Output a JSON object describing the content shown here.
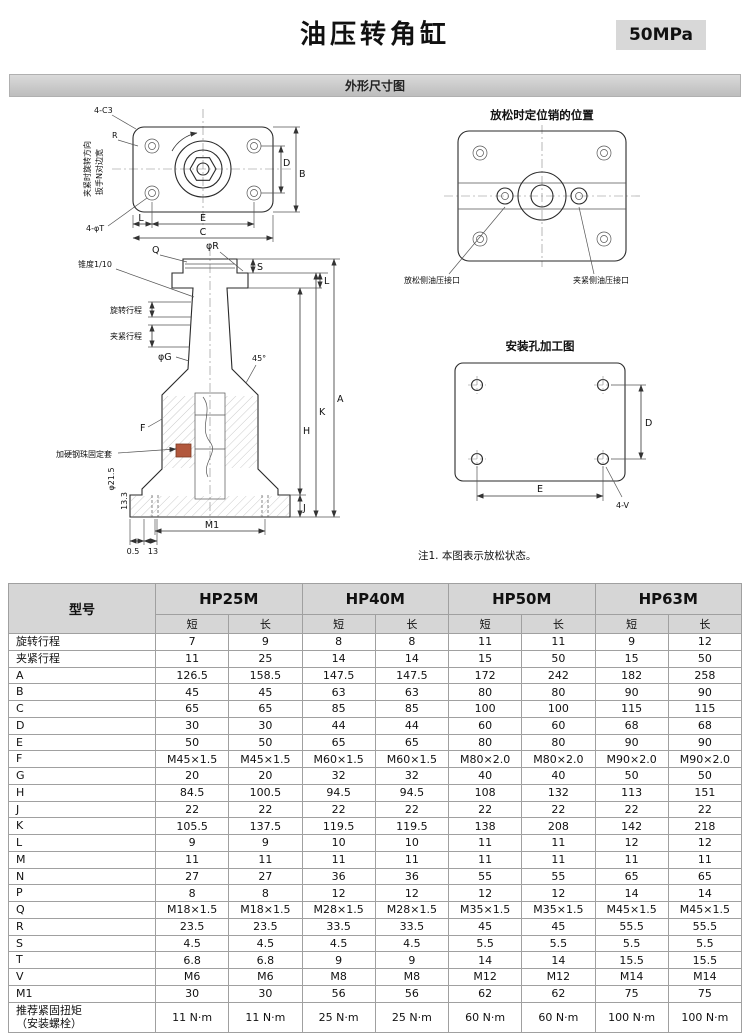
{
  "header": {
    "title": "油压转角缸",
    "pressure": "50MPa"
  },
  "section": {
    "dimension_header": "外形尺寸图",
    "note": "注1. 本图表示放松状态。"
  },
  "front_view": {
    "chamfer": "4-C3",
    "radius": "R",
    "left_offset": "L",
    "holes": "4-φT",
    "dim_e": "E",
    "dim_c": "C",
    "dim_d": "D",
    "dim_b": "B",
    "rotation_label": "夹紧时旋转方向",
    "wrench_label": "扳手N对边宽"
  },
  "pin_view": {
    "title": "放松时定位销的位置",
    "release_port": "放松侧油压接口",
    "clamp_port": "夹紧侧油压接口"
  },
  "side_view": {
    "taper": "锥度1/10",
    "dim_q": "Q",
    "dim_phi_r": "φR",
    "dim_s": "S",
    "dim_l": "L",
    "rotate_stroke": "旋转行程",
    "clamp_stroke": "夹紧行程",
    "dim_phi_g": "φG",
    "dim_f": "F",
    "dim_h": "H",
    "dim_k": "K",
    "dim_a": "A",
    "dim_j": "J",
    "dim_m1": "M1",
    "angle": "45°",
    "ball_sleeve": "加硬钢珠固定套",
    "dim_phi_215": "φ21.5",
    "dim_133": "13.3",
    "dim_05": "0.5",
    "dim_13": "13"
  },
  "mount_view": {
    "title": "安装孔加工图",
    "dim_d": "D",
    "dim_e": "E",
    "holes": "4-V"
  },
  "table": {
    "model_header": "型号",
    "models": [
      "HP25M",
      "HP40M",
      "HP50M",
      "HP63M"
    ],
    "variants": [
      "短",
      "长"
    ],
    "rows": [
      {
        "label": "旋转行程",
        "values": [
          "7",
          "9",
          "8",
          "8",
          "11",
          "11",
          "9",
          "12"
        ]
      },
      {
        "label": "夹紧行程",
        "values": [
          "11",
          "25",
          "14",
          "14",
          "15",
          "50",
          "15",
          "50"
        ]
      },
      {
        "label": "A",
        "values": [
          "126.5",
          "158.5",
          "147.5",
          "147.5",
          "172",
          "242",
          "182",
          "258"
        ]
      },
      {
        "label": "B",
        "values": [
          "45",
          "45",
          "63",
          "63",
          "80",
          "80",
          "90",
          "90"
        ]
      },
      {
        "label": "C",
        "values": [
          "65",
          "65",
          "85",
          "85",
          "100",
          "100",
          "115",
          "115"
        ]
      },
      {
        "label": "D",
        "values": [
          "30",
          "30",
          "44",
          "44",
          "60",
          "60",
          "68",
          "68"
        ]
      },
      {
        "label": "E",
        "values": [
          "50",
          "50",
          "65",
          "65",
          "80",
          "80",
          "90",
          "90"
        ]
      },
      {
        "label": "F",
        "values": [
          "M45×1.5",
          "M45×1.5",
          "M60×1.5",
          "M60×1.5",
          "M80×2.0",
          "M80×2.0",
          "M90×2.0",
          "M90×2.0"
        ]
      },
      {
        "label": "G",
        "values": [
          "20",
          "20",
          "32",
          "32",
          "40",
          "40",
          "50",
          "50"
        ]
      },
      {
        "label": "H",
        "values": [
          "84.5",
          "100.5",
          "94.5",
          "94.5",
          "108",
          "132",
          "113",
          "151"
        ]
      },
      {
        "label": "J",
        "values": [
          "22",
          "22",
          "22",
          "22",
          "22",
          "22",
          "22",
          "22"
        ]
      },
      {
        "label": "K",
        "values": [
          "105.5",
          "137.5",
          "119.5",
          "119.5",
          "138",
          "208",
          "142",
          "218"
        ]
      },
      {
        "label": "L",
        "values": [
          "9",
          "9",
          "10",
          "10",
          "11",
          "11",
          "12",
          "12"
        ]
      },
      {
        "label": "M",
        "values": [
          "11",
          "11",
          "11",
          "11",
          "11",
          "11",
          "11",
          "11"
        ]
      },
      {
        "label": "N",
        "values": [
          "27",
          "27",
          "36",
          "36",
          "55",
          "55",
          "65",
          "65"
        ]
      },
      {
        "label": "P",
        "values": [
          "8",
          "8",
          "12",
          "12",
          "12",
          "12",
          "14",
          "14"
        ]
      },
      {
        "label": "Q",
        "values": [
          "M18×1.5",
          "M18×1.5",
          "M28×1.5",
          "M28×1.5",
          "M35×1.5",
          "M35×1.5",
          "M45×1.5",
          "M45×1.5"
        ]
      },
      {
        "label": "R",
        "values": [
          "23.5",
          "23.5",
          "33.5",
          "33.5",
          "45",
          "45",
          "55.5",
          "55.5"
        ]
      },
      {
        "label": "S",
        "values": [
          "4.5",
          "4.5",
          "4.5",
          "4.5",
          "5.5",
          "5.5",
          "5.5",
          "5.5"
        ]
      },
      {
        "label": "T",
        "values": [
          "6.8",
          "6.8",
          "9",
          "9",
          "14",
          "14",
          "15.5",
          "15.5"
        ]
      },
      {
        "label": "V",
        "values": [
          "M6",
          "M6",
          "M8",
          "M8",
          "M12",
          "M12",
          "M14",
          "M14"
        ]
      },
      {
        "label": "M1",
        "values": [
          "30",
          "30",
          "56",
          "56",
          "62",
          "62",
          "75",
          "75"
        ]
      },
      {
        "label": "推荐紧固扭矩\n（安装螺栓）",
        "values": [
          "11 N·m",
          "11 N·m",
          "25 N·m",
          "25 N·m",
          "60 N·m",
          "60 N·m",
          "100 N·m",
          "100 N·m"
        ]
      }
    ]
  }
}
